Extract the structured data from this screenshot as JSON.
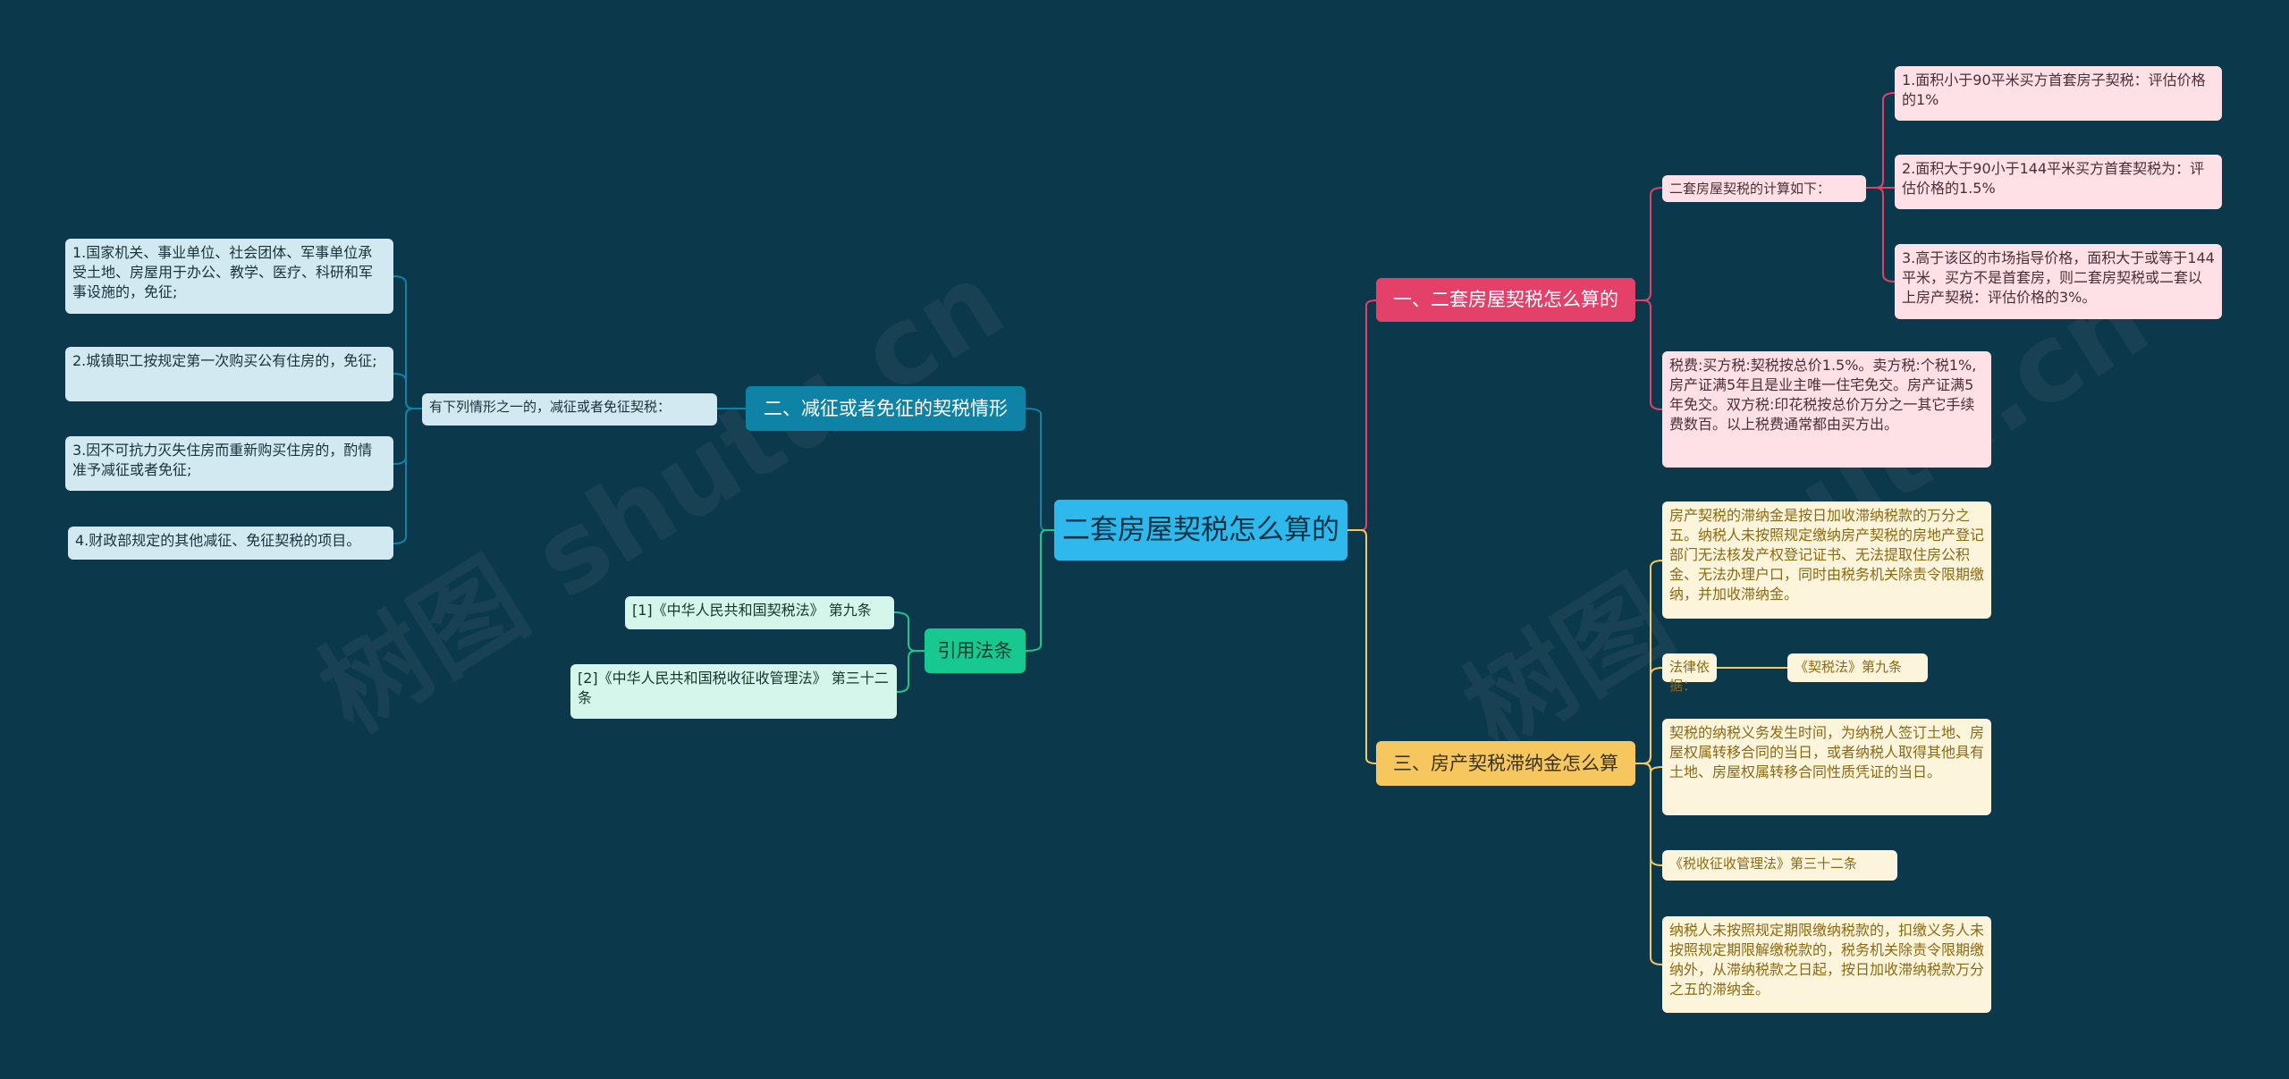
{
  "root": "二套房屋契税怎么算的",
  "branch1": {
    "title": "一、二套房屋契税怎么算的",
    "sub_label": "二套房屋契税的计算如下：",
    "items": [
      "1.面积小于90平米买方首套房子契税：评估价格的1%",
      "2.面积大于90小于144平米买方首套契税为：评估价格的1.5%",
      "3.高于该区的市场指导价格，面积大于或等于144平米，买方不是首套房，则二套房契税或二套以上房产契税：评估价格的3%。"
    ],
    "fees": "税费:买方税:契税按总价1.5%。卖方税:个税1%,房产证满5年且是业主唯一住宅免交。房产证满5年免交。双方税:印花税按总价万分之一其它手续费数百。以上税费通常都由买方出。"
  },
  "branch3": {
    "title": "三、房产契税滞纳金怎么算",
    "items": [
      "房产契税的滞纳金是按日加收滞纳税款的万分之五。纳税人未按照规定缴纳房产契税的房地产登记部门无法核发产权登记证书、无法提取住房公积金、无法办理户口，同时由税务机关除责令限期缴纳，并加收滞纳金。",
      "契税的纳税义务发生时间，为纳税人签订土地、房屋权属转移合同的当日，或者纳税人取得其他具有土地、房屋权属转移合同性质凭证的当日。",
      "《税收征收管理法》第三十二条",
      "纳税人未按照规定期限缴纳税款的，扣缴义务人未按照规定期限解缴税款的，税务机关除责令限期缴纳外，从滞纳税款之日起，按日加收滞纳税款万分之五的滞纳金。"
    ],
    "law_label": "法律依据：",
    "law_value": "《契税法》第九条"
  },
  "branch2": {
    "title": "二、减征或者免征的契税情形",
    "sub_label": "有下列情形之一的，减征或者免征契税：",
    "items": [
      "1.国家机关、事业单位、社会团体、军事单位承受土地、房屋用于办公、教学、医疗、科研和军事设施的，免征;",
      "2.城镇职工按规定第一次购买公有住房的，免征;",
      "3.因不可抗力灭失住房而重新购买住房的，酌情准予减征或者免征;",
      "4.财政部规定的其他减征、免征契税的项目。"
    ]
  },
  "branch4": {
    "title": "引用法条",
    "items": [
      "[1]《中华人民共和国契税法》 第九条",
      "[2]《中华人民共和国税收征收管理法》 第三十二条"
    ]
  },
  "colors": {
    "background": "#0c384b",
    "pink": "#e3416a",
    "yellow": "#f6c75e",
    "blue": "#0f83a6",
    "green": "#17c891",
    "root": "#2eb8ec"
  }
}
